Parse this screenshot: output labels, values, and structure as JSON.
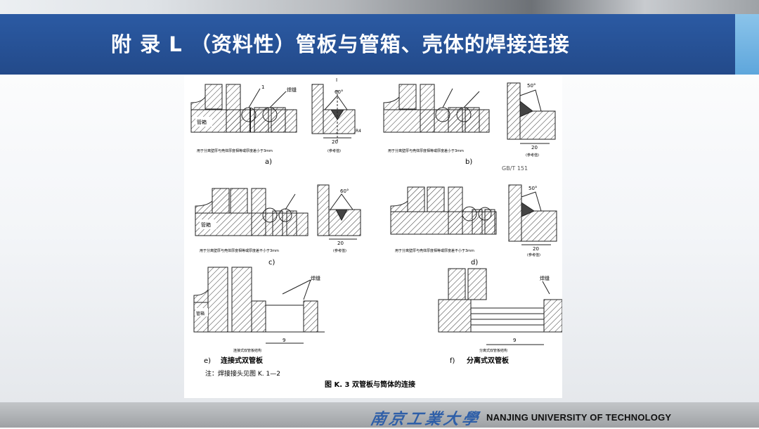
{
  "slide": {
    "title": "附 录 L （资料性）管板与管箱、壳体的焊接连接",
    "footer_logo": "南京工業大學",
    "footer_text": "NANJING UNIVERSITY OF TECHNOLOGY"
  },
  "figure": {
    "panels": [
      {
        "id": "a",
        "label": "a)",
        "note": "用于分离壁厚与壳体厚度相等或厚度差小于3mm"
      },
      {
        "id": "b",
        "label": "b)",
        "note": "用于分离壁厚与壳体厚度相等或厚度差小于3mm"
      },
      {
        "id": "c",
        "label": "c)",
        "note": "用于分离壁厚与壳体厚度相等或厚度差不小于3mm"
      },
      {
        "id": "d",
        "label": "d)",
        "note": "用于分离壁厚与壳体厚度相等或厚度差不小于3mm"
      },
      {
        "id": "e",
        "label": "e)",
        "caption": "连接式双管板",
        "note": "连接式双管板结构"
      },
      {
        "id": "f",
        "label": "f)",
        "caption": "分离式双管板",
        "note": "分离式双管板结构"
      }
    ],
    "dims": {
      "angle60": "60°",
      "angle50": "50°",
      "width20": "20",
      "gap9": "9",
      "ref": "(参考值)",
      "r4": "R4",
      "tube": "管箱",
      "weld": "焊缝",
      "one": "1",
      "i": "I"
    },
    "note": "注：焊接接头见图 K. 1—2",
    "caption": "图 K. 3    双管板与筒体的连接",
    "cropped_text": "GB/T 151"
  }
}
